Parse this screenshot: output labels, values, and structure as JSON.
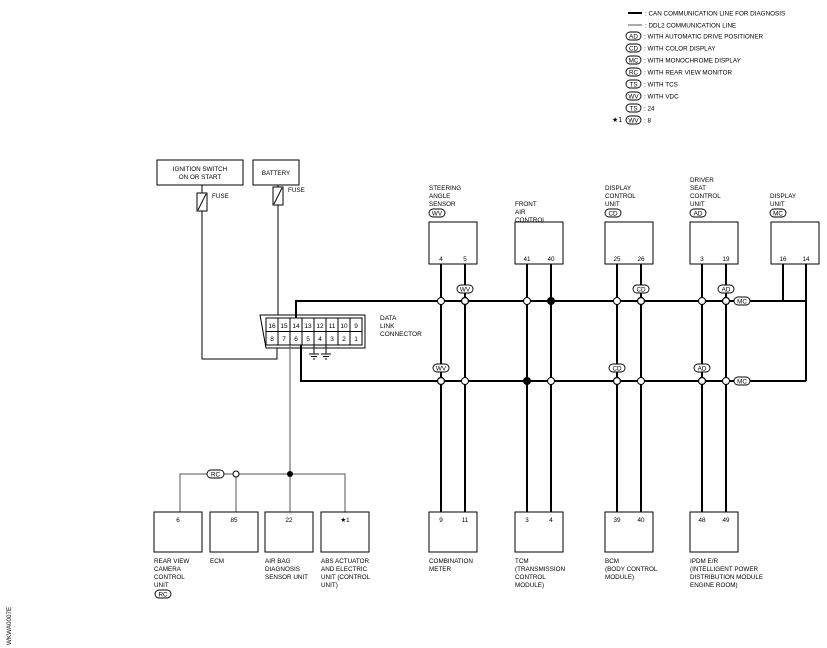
{
  "legend": {
    "can_line": ": CAN COMMUNICATION LINE FOR DIAGNOSIS",
    "ddl2_line": ": DDL2 COMMUNICATION LINE",
    "codes": [
      {
        "code": "AD",
        "desc": ": WITH AUTOMATIC DRIVE POSITIONER"
      },
      {
        "code": "CD",
        "desc": ": WITH COLOR DISPLAY"
      },
      {
        "code": "MC",
        "desc": ": WITH MONOCHROME DISPLAY"
      },
      {
        "code": "RC",
        "desc": ": WITH REAR VIEW MONITOR"
      },
      {
        "code": "TS",
        "desc": ": WITH TCS"
      },
      {
        "code": "WV",
        "desc": ": WITH VDC"
      }
    ],
    "note_mark": "★1",
    "note_ts": {
      "code": "TS",
      "value": ": 24"
    },
    "note_wv": {
      "code": "WV",
      "value": ": 8"
    }
  },
  "power": {
    "ignition_l1": "IGNITION SWITCH",
    "ignition_l2": "ON OR START",
    "battery": "BATTERY",
    "fuse": "FUSE"
  },
  "dlc": {
    "label": [
      "DATA",
      "LINK",
      "CONNECTOR"
    ],
    "top_pins": [
      "16",
      "15",
      "14",
      "13",
      "12",
      "11",
      "10",
      "9"
    ],
    "bottom_pins": [
      "8",
      "7",
      "6",
      "5",
      "4",
      "3",
      "2",
      "1"
    ]
  },
  "top_units": [
    {
      "label": [
        "STEERING",
        "ANGLE",
        "SENSOR"
      ],
      "tag": "WV",
      "pins": [
        "4",
        "5"
      ]
    },
    {
      "label": [
        "FRONT",
        "AIR",
        "CONTROL"
      ],
      "tag": "",
      "pins": [
        "41",
        "40"
      ]
    },
    {
      "label": [
        "DISPLAY",
        "CONTROL",
        "UNIT"
      ],
      "tag": "CD",
      "pins": [
        "25",
        "26"
      ]
    },
    {
      "label": [
        "DRIVER",
        "SEAT",
        "CONTROL",
        "UNIT"
      ],
      "tag": "AD",
      "pins": [
        "3",
        "19"
      ]
    },
    {
      "label": [
        "DISPLAY",
        "UNIT"
      ],
      "tag": "MC",
      "pins": [
        "16",
        "14"
      ]
    }
  ],
  "line_tags": {
    "upper": [
      "WV",
      "CD",
      "AD",
      "MC"
    ],
    "lower": [
      "WV",
      "CD",
      "AD",
      "MC"
    ]
  },
  "bottom_units": [
    {
      "pin": "6",
      "label": [
        "REAR VIEW",
        "CAMERA",
        "CONTROL",
        "UNIT"
      ],
      "tag": "RC"
    },
    {
      "pin": "85",
      "label": [
        "ECM"
      ],
      "tag": ""
    },
    {
      "pin": "22",
      "label": [
        "AIR BAG",
        "DIAGNOSIS",
        "SENSOR UNIT"
      ],
      "tag": ""
    },
    {
      "pin": "★1",
      "label": [
        "ABS ACTUATOR",
        "AND ELECTRIC",
        "UNIT (CONTROL",
        "UNIT)"
      ],
      "tag": ""
    },
    {
      "pins": [
        "9",
        "11"
      ],
      "label": [
        "COMBINATION",
        "METER"
      ],
      "tag": ""
    },
    {
      "pins": [
        "3",
        "4"
      ],
      "label": [
        "TCM",
        "(TRANSMISSION",
        "CONTROL",
        "MODULE)"
      ],
      "tag": ""
    },
    {
      "pins": [
        "39",
        "40"
      ],
      "label": [
        "BCM",
        "(BODY CONTROL",
        "MODULE)"
      ],
      "tag": ""
    },
    {
      "pins": [
        "48",
        "49"
      ],
      "label": [
        "IPDM E/R",
        "(INTELLIGENT POWER",
        "DISTRIBUTION MODULE",
        "ENGINE ROOM)"
      ],
      "tag": ""
    }
  ],
  "rc_tag": "RC",
  "figure_code": "WKWA0007E"
}
